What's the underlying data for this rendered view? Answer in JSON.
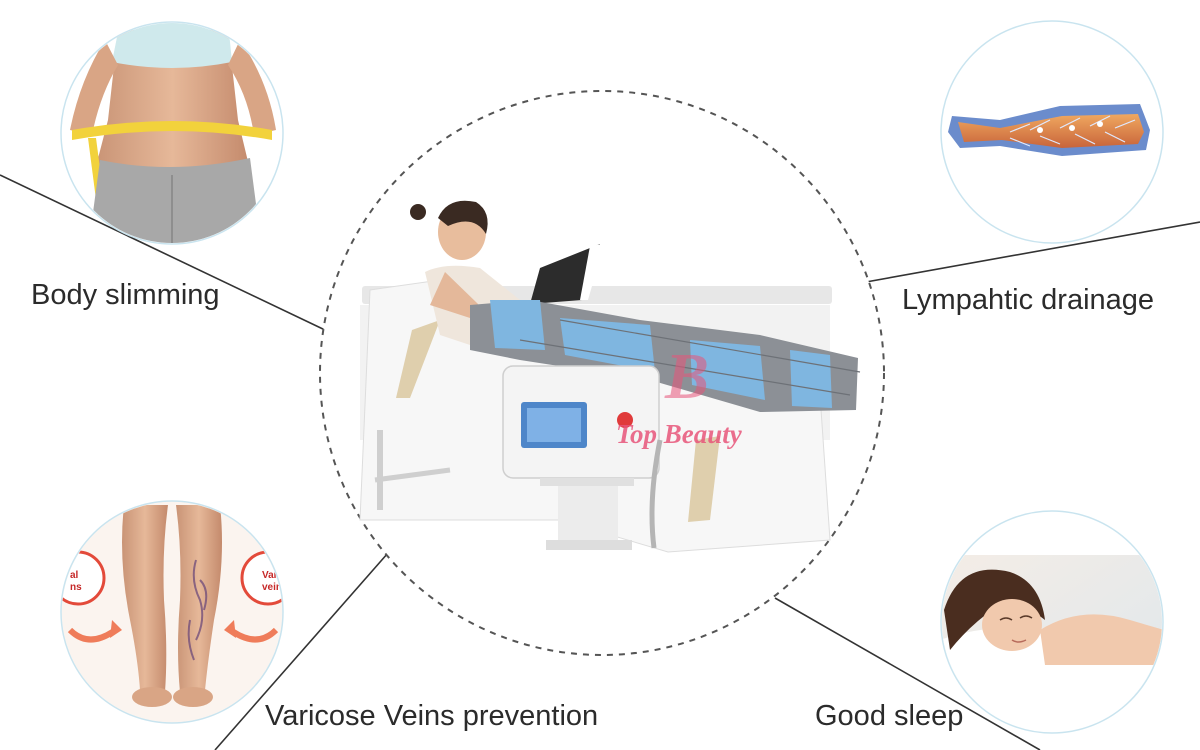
{
  "benefits": {
    "body_slimming": "Body slimming",
    "lymphatic_drainage": "Lympahtic drainage",
    "varicose_veins": "Varicose Veins prevention",
    "good_sleep": "Good sleep"
  },
  "varicose_badge": {
    "left_text_1": "al",
    "left_text_2": "ns",
    "right_text_1": "Vari",
    "right_text_2": "vein"
  },
  "watermark": {
    "logo_letter": "B",
    "brand": "Top Beauty"
  },
  "colors": {
    "divider_line": "#333333",
    "dashed_circle": "#555555",
    "circle_border": "#c9e4ef",
    "watermark_pink": "#e8557a",
    "suit_blue": "#7fb6e0",
    "suit_gray": "#8c9096"
  }
}
